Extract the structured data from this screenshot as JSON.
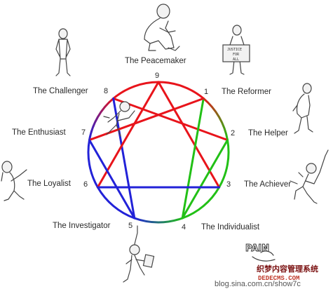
{
  "points": [
    {
      "number": "9",
      "label": "The Peacemaker"
    },
    {
      "number": "1",
      "label": "The Reformer"
    },
    {
      "number": "2",
      "label": "The Helper"
    },
    {
      "number": "3",
      "label": "The Achiever"
    },
    {
      "number": "4",
      "label": "The Individualist"
    },
    {
      "number": "5",
      "label": "The Investigator"
    },
    {
      "number": "6",
      "label": "The Loyalist"
    },
    {
      "number": "7",
      "label": "The Enthusiast"
    },
    {
      "number": "8",
      "label": "The Challenger"
    }
  ],
  "sign_text": [
    "JUSTICE",
    "FOR",
    "ALL"
  ],
  "pain_text": "PAIN",
  "watermark": {
    "site_cn": "织梦内容管理系统",
    "site_en": "DEDECMS.COM",
    "url": "blog.sina.com.cn/show7c"
  },
  "colors": {
    "red": "#e8141b",
    "green": "#22c016",
    "blue": "#2222d8"
  },
  "icons": [
    "peacemaker-figure-icon",
    "reformer-figure-icon",
    "helper-figure-icon",
    "achiever-figure-icon",
    "individualist-figure-icon",
    "investigator-figure-icon",
    "loyalist-figure-icon",
    "enthusiast-figure-icon",
    "challenger-figure-icon"
  ]
}
